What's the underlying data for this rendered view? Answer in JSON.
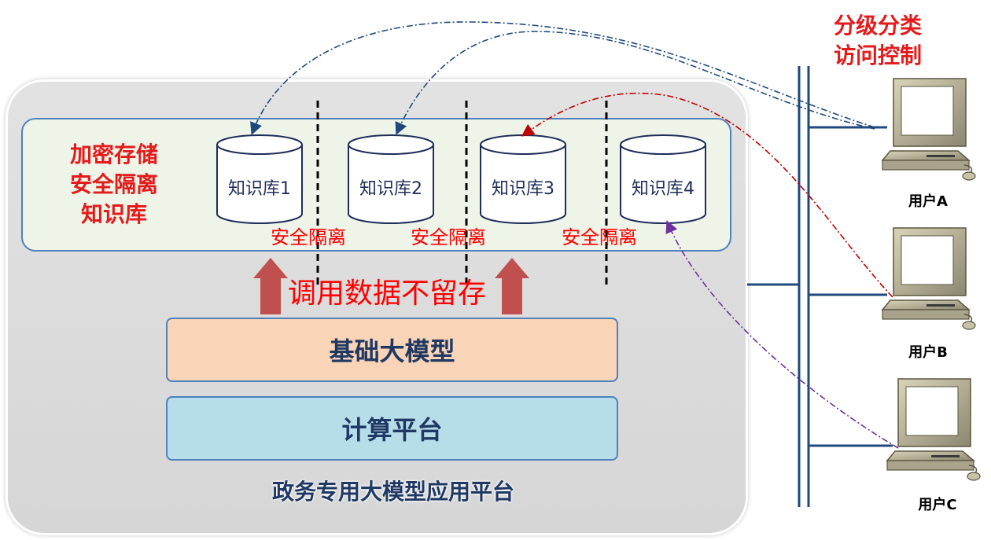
{
  "platform": {
    "name": "政务专用大模型应用平台",
    "kb_title_lines": [
      "加密存储",
      "安全隔离",
      "知识库"
    ],
    "knowledge_bases": [
      "知识库1",
      "知识库2",
      "知识库3",
      "知识库4"
    ],
    "isolation_label": "安全隔离",
    "call_label": "调用数据不留存",
    "layers": {
      "model": "基础大模型",
      "compute": "计算平台"
    }
  },
  "access_control": {
    "title_lines": [
      "分级分类",
      "访问控制"
    ]
  },
  "users": [
    "用户A",
    "用户B",
    "用户C"
  ],
  "colors": {
    "accent_red": "#e31b1b",
    "panel_border": "#4f81bd",
    "model_layer": "#fad4b6",
    "compute_layer": "#b7dde8",
    "arrow_fill": "#c0504d",
    "network_line": "#1f497d",
    "user_a_link": "#1f497d",
    "user_b_link": "#c00000",
    "user_c_link": "#7030a0"
  },
  "icons": {
    "knowledge_base": "database-cylinder-icon",
    "user_terminal": "desktop-computer-icon",
    "upward_arrow": "arrow-up-icon"
  }
}
